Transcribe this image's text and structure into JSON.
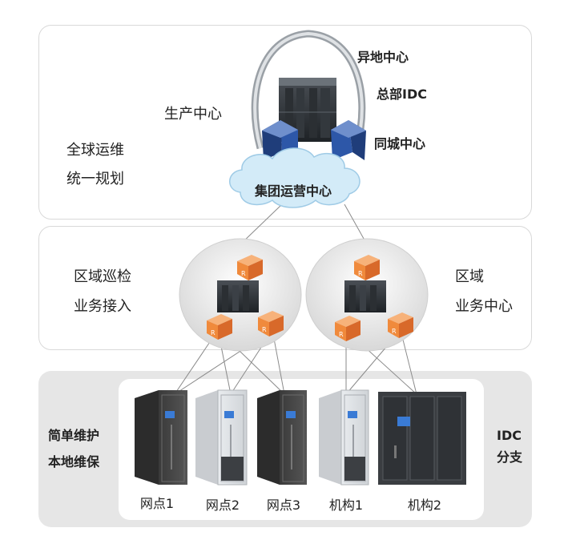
{
  "top": {
    "left_line1": "全球运维",
    "left_line2": "统一规划",
    "production_center": "生产中心",
    "remote_center": "异地中心",
    "hq_idc": "总部IDC",
    "same_city_center": "同城中心",
    "group_ops_center": "集团运营中心"
  },
  "middle": {
    "left_line1": "区域巡检",
    "left_line2": "业务接入",
    "right_line1": "区域",
    "right_line2": "业务中心"
  },
  "bottom": {
    "left_line1": "简单维护",
    "left_line2": "本地维保",
    "right_line1": "IDC",
    "right_line2": "分支",
    "cabinets": [
      "网点1",
      "网点2",
      "网点3",
      "机构1",
      "机构2"
    ]
  },
  "colors": {
    "router_orange": "#f08a3c",
    "cloud_blue": "#cfe8f6",
    "panel_border": "#d9d9d9",
    "bottom_bg": "#e6e6e6"
  }
}
